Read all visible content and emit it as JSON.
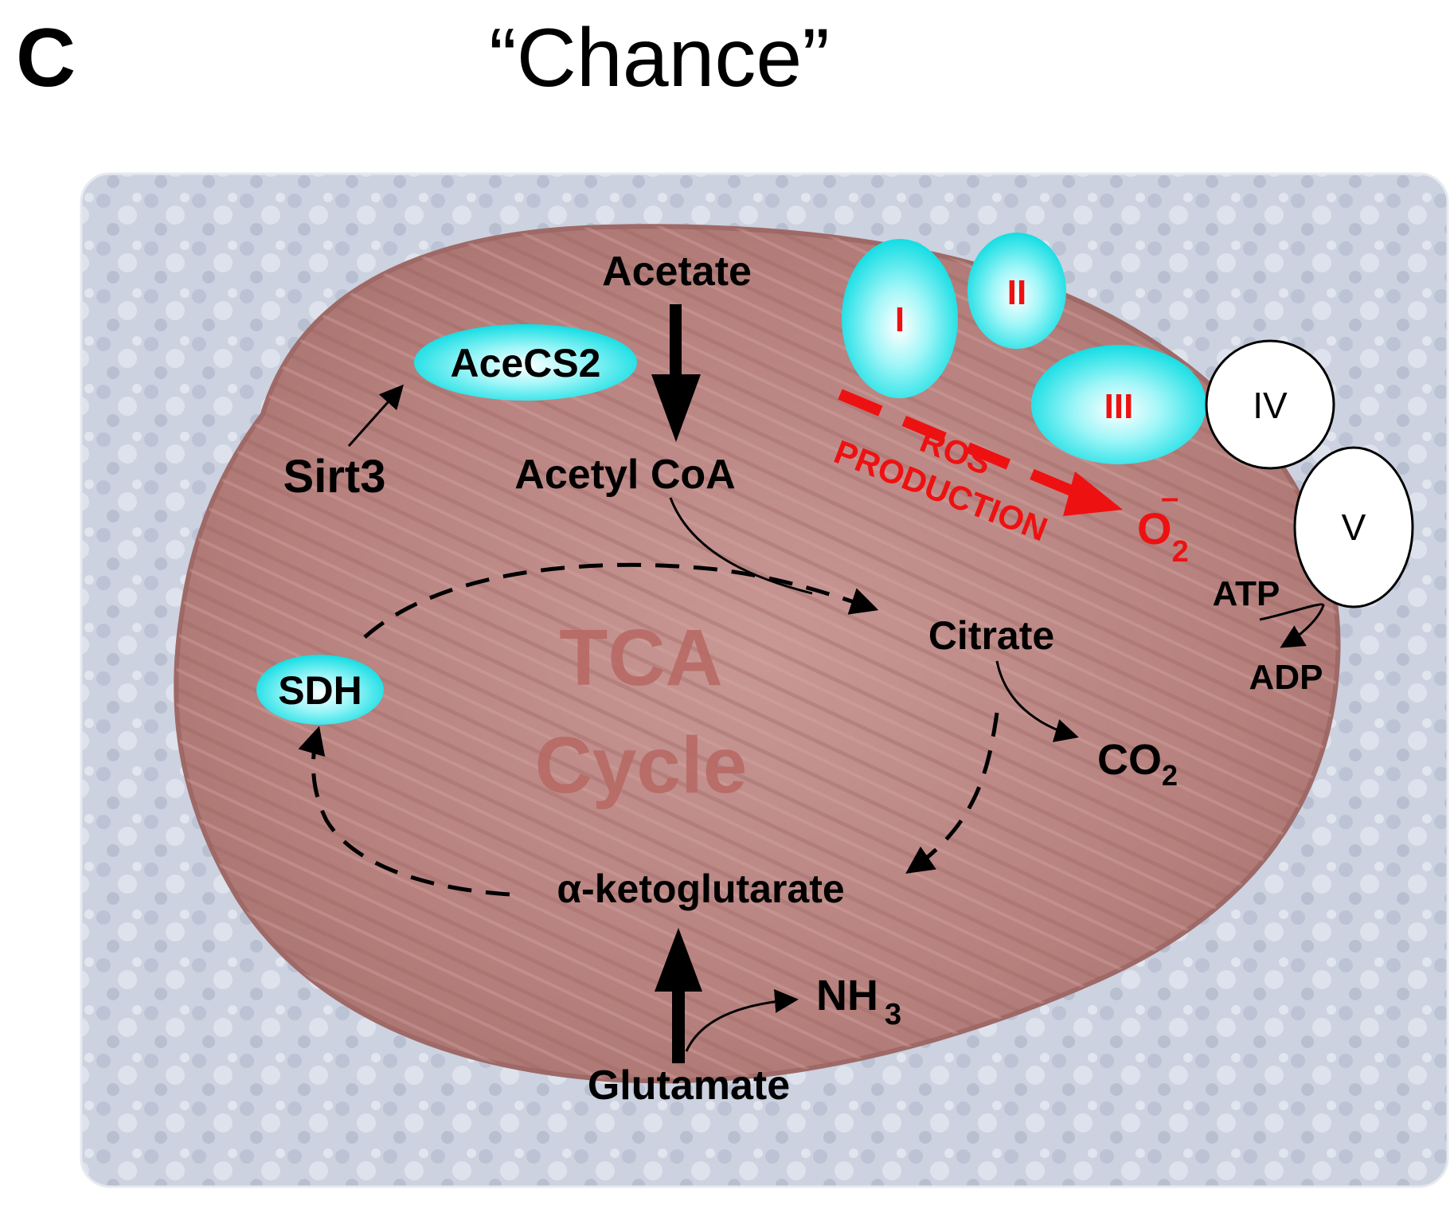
{
  "panel_letter": "C",
  "figure_title": "“Chance”",
  "labels": {
    "acetate": "Acetate",
    "acecs2": "AceCS2",
    "sirt3": "Sirt3",
    "acetyl_coa": "Acetyl CoA",
    "citrate": "Citrate",
    "co2_main": "CO",
    "co2_sub": "2",
    "tca_line1": "TCA",
    "tca_line2": "Cycle",
    "sdh": "SDH",
    "akg": "α-ketoglutarate",
    "glutamate": "Glutamate",
    "nh3_main": "NH",
    "nh3_sub": "3",
    "complex_1": "I",
    "complex_2": "II",
    "complex_3": "III",
    "complex_4": "IV",
    "complex_5": "V",
    "ros_line1": "ROS",
    "ros_line2": "PRODUCTION",
    "o2_main": "O",
    "o2_sub": "2",
    "o2_sup": "–",
    "atp": "ATP",
    "adp": "ADP"
  },
  "colors": {
    "enzyme_cyan": "#19e3e8",
    "ros_red": "#ee1111",
    "tca_text": "#b86a66",
    "mito_fill": "#b98683",
    "background_cell": "#b9c2d4"
  }
}
